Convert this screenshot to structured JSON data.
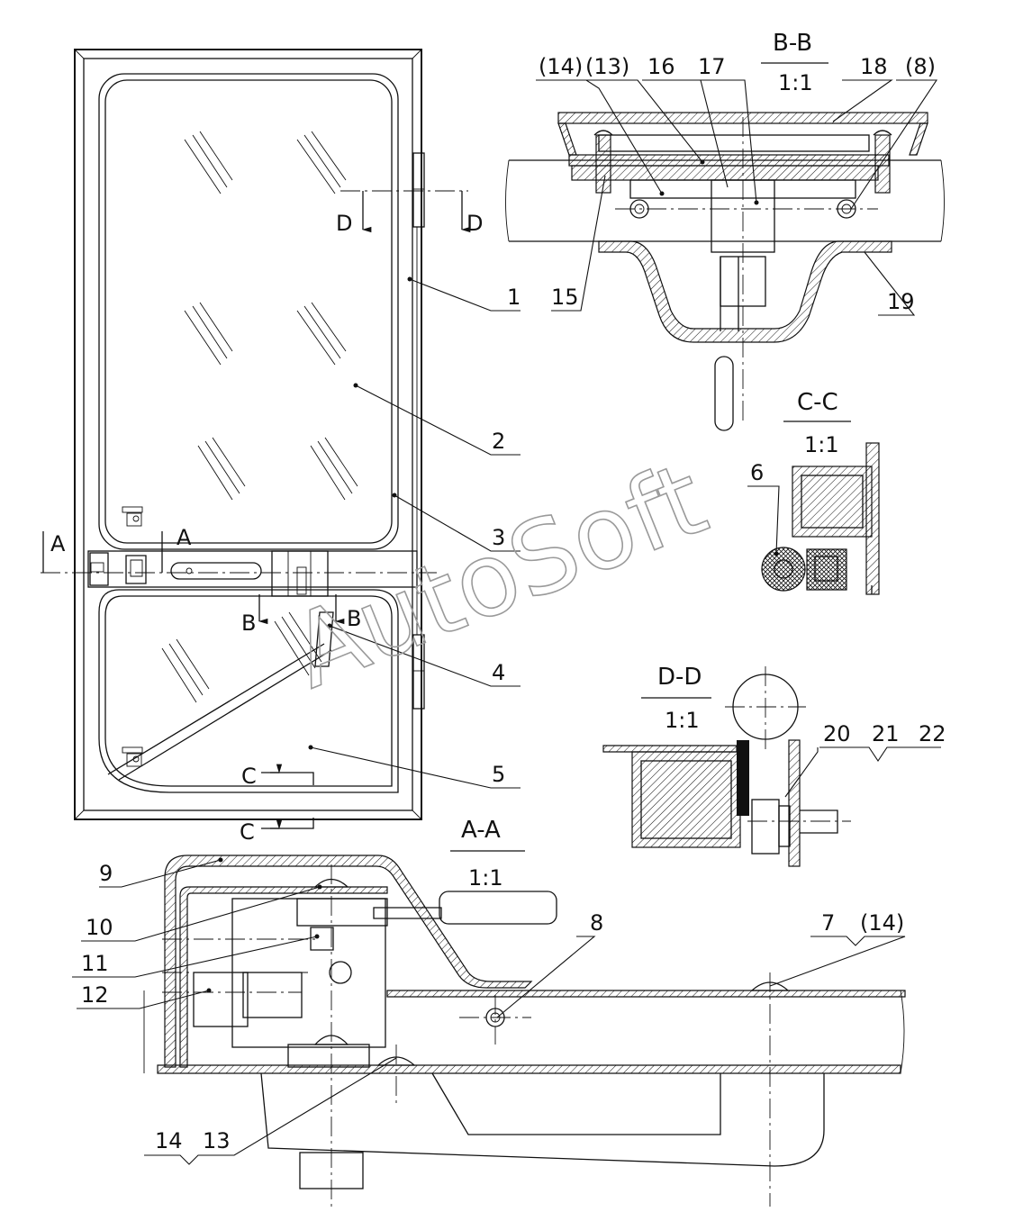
{
  "watermark": "AutoSoft",
  "views": {
    "bb": {
      "title": "B-B",
      "scale": "1:1"
    },
    "cc": {
      "title": "C-C",
      "scale": "1:1"
    },
    "dd": {
      "title": "D-D",
      "scale": "1:1"
    },
    "aa": {
      "title": "A-A",
      "scale": "1:1"
    }
  },
  "section_marks": {
    "a": "A",
    "b": "B",
    "c": "C",
    "d": "D"
  },
  "callouts": {
    "c1": "1",
    "c2": "2",
    "c3": "3",
    "c4": "4",
    "c5": "5",
    "c6": "6",
    "c7": "7",
    "c7b": "(14)",
    "c8": "8",
    "c9": "9",
    "c10": "10",
    "c11": "11",
    "c12": "12",
    "c13": "13",
    "c14": "14",
    "c14b": "(14)",
    "c13b": "(13)",
    "c16": "16",
    "c17": "17",
    "c18": "18",
    "c8b": "(8)",
    "c15": "15",
    "c19": "19",
    "c20": "20",
    "c21": "21",
    "c22": "22"
  }
}
